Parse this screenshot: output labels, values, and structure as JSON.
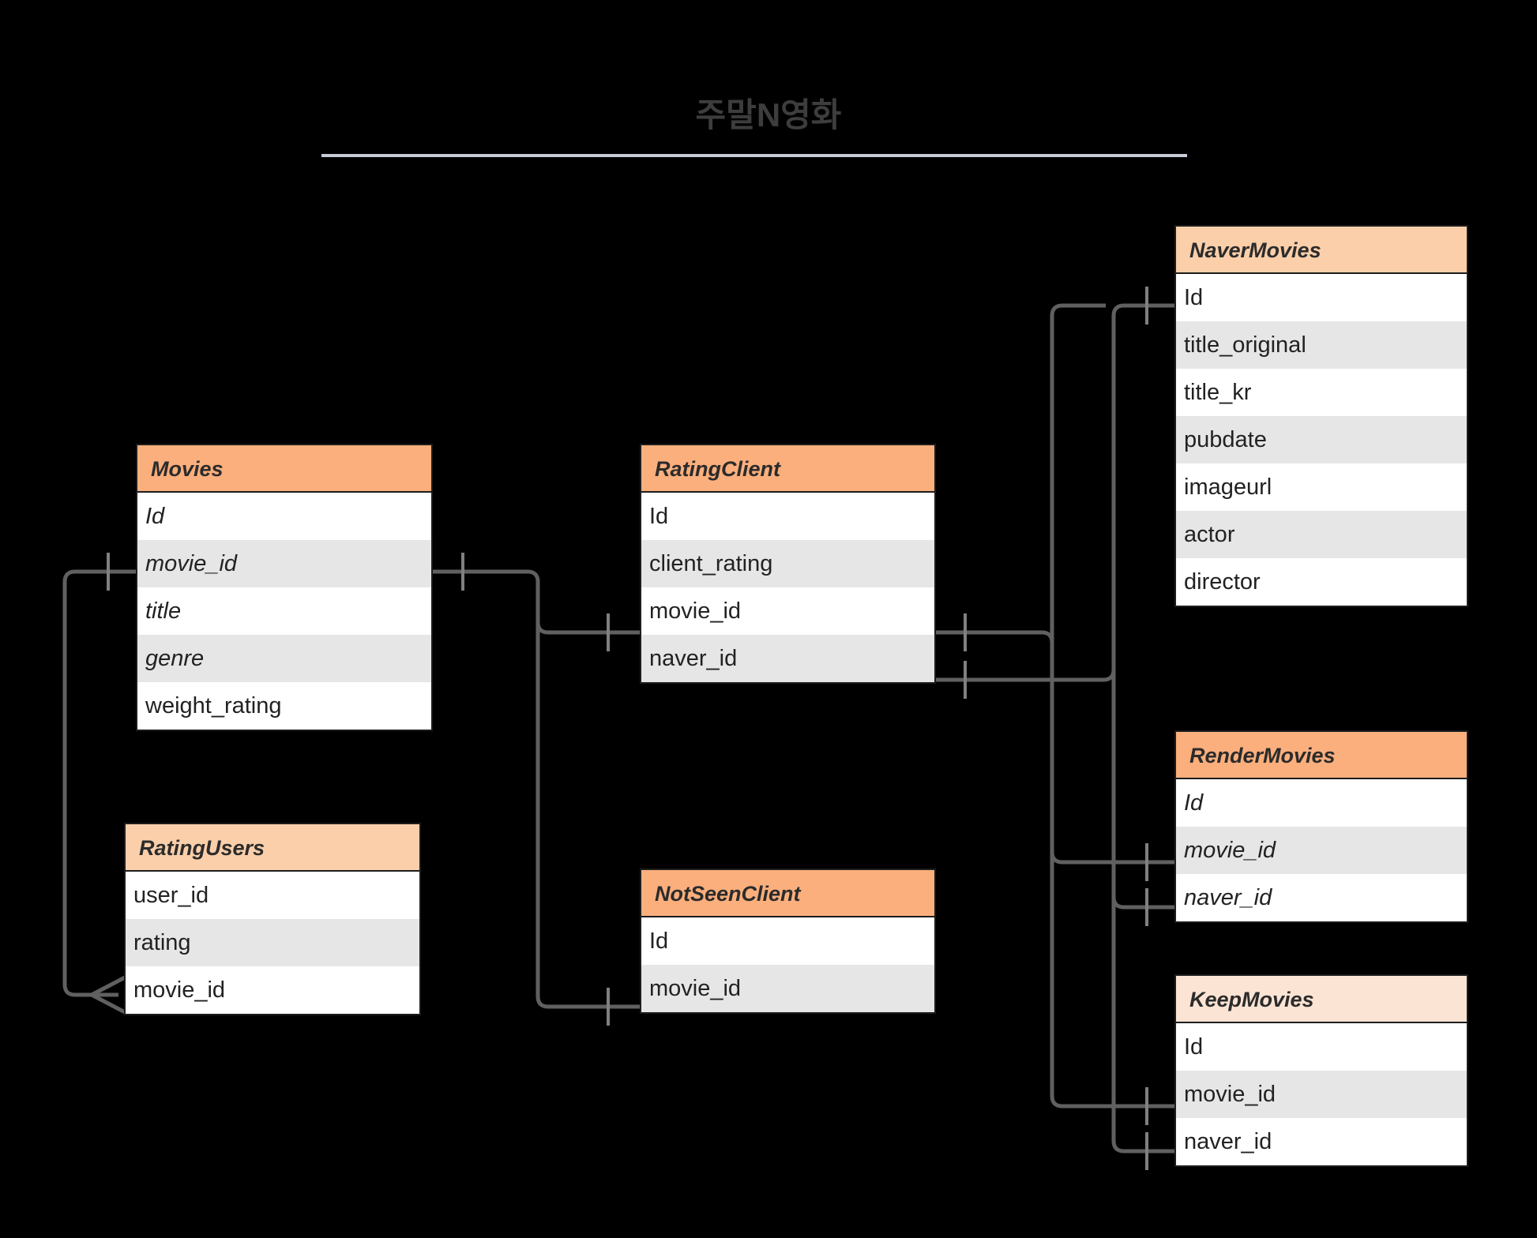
{
  "title": "주말N영화",
  "colors": {
    "background": "#000000",
    "title_text": "#3d3d3d",
    "title_rule": "#c9ccd6",
    "header_orange_strong": "#fbaf7d",
    "header_orange_mid": "#fbcfaa",
    "header_orange_light": "#fce4d4",
    "row_white": "#ffffff",
    "row_gray": "#e6e6e6",
    "border": "#1c1c1c",
    "wire": "#606060"
  },
  "entities": {
    "movies": {
      "name": "Movies",
      "header_color": "#fbaf7d",
      "fields": [
        {
          "label": "Id",
          "italic": true,
          "alt": false
        },
        {
          "label": "movie_id",
          "italic": true,
          "alt": true
        },
        {
          "label": "title",
          "italic": true,
          "alt": false
        },
        {
          "label": "genre",
          "italic": true,
          "alt": true
        },
        {
          "label": "weight_rating",
          "italic": false,
          "alt": false
        }
      ]
    },
    "rating_users": {
      "name": "RatingUsers",
      "header_color": "#fbcfaa",
      "fields": [
        {
          "label": "user_id",
          "italic": false,
          "alt": false
        },
        {
          "label": "rating",
          "italic": false,
          "alt": true
        },
        {
          "label": "movie_id",
          "italic": false,
          "alt": false
        }
      ]
    },
    "rating_client": {
      "name": "RatingClient",
      "header_color": "#fbaf7d",
      "fields": [
        {
          "label": "Id",
          "italic": false,
          "alt": false
        },
        {
          "label": "client_rating",
          "italic": false,
          "alt": true
        },
        {
          "label": "movie_id",
          "italic": false,
          "alt": false
        },
        {
          "label": "naver_id",
          "italic": false,
          "alt": true
        }
      ]
    },
    "not_seen_client": {
      "name": "NotSeenClient",
      "header_color": "#fbaf7d",
      "fields": [
        {
          "label": "Id",
          "italic": false,
          "alt": false
        },
        {
          "label": "movie_id",
          "italic": false,
          "alt": true
        }
      ]
    },
    "naver_movies": {
      "name": "NaverMovies",
      "header_color": "#fbcfaa",
      "fields": [
        {
          "label": "Id",
          "italic": false,
          "alt": false
        },
        {
          "label": "title_original",
          "italic": false,
          "alt": true
        },
        {
          "label": "title_kr",
          "italic": false,
          "alt": false
        },
        {
          "label": "pubdate",
          "italic": false,
          "alt": true
        },
        {
          "label": "imageurl",
          "italic": false,
          "alt": false
        },
        {
          "label": "actor",
          "italic": false,
          "alt": true
        },
        {
          "label": "director",
          "italic": false,
          "alt": false
        }
      ]
    },
    "render_movies": {
      "name": "RenderMovies",
      "header_color": "#fbaf7d",
      "fields": [
        {
          "label": "Id",
          "italic": true,
          "alt": false
        },
        {
          "label": "movie_id",
          "italic": true,
          "alt": true
        },
        {
          "label": "naver_id",
          "italic": true,
          "alt": false
        }
      ]
    },
    "keep_movies": {
      "name": "KeepMovies",
      "header_color": "#fce4d4",
      "fields": [
        {
          "label": "Id",
          "italic": false,
          "alt": false
        },
        {
          "label": "movie_id",
          "italic": false,
          "alt": true
        },
        {
          "label": "naver_id",
          "italic": false,
          "alt": false
        }
      ]
    }
  },
  "relationships": [
    {
      "from": "Movies.movie_id",
      "to": "RatingUsers.movie_id",
      "from_card": "one",
      "to_card": "many"
    },
    {
      "from": "Movies.movie_id",
      "to": "RatingClient.movie_id",
      "from_card": "one",
      "to_card": "one"
    },
    {
      "from": "Movies.movie_id",
      "to": "NotSeenClient.movie_id",
      "from_card": "one",
      "to_card": "one"
    },
    {
      "from": "RatingClient.movie_id",
      "to": "RenderMovies.movie_id",
      "from_card": "one",
      "to_card": "one"
    },
    {
      "from": "RatingClient.movie_id",
      "to": "KeepMovies.movie_id",
      "from_card": "one",
      "to_card": "one"
    },
    {
      "from": "RatingClient.naver_id",
      "to": "NaverMovies.Id",
      "from_card": "one",
      "to_card": "one"
    },
    {
      "from": "RatingClient.naver_id",
      "to": "RenderMovies.naver_id",
      "from_card": "one",
      "to_card": "one"
    },
    {
      "from": "RatingClient.naver_id",
      "to": "KeepMovies.naver_id",
      "from_card": "one",
      "to_card": "one"
    }
  ]
}
